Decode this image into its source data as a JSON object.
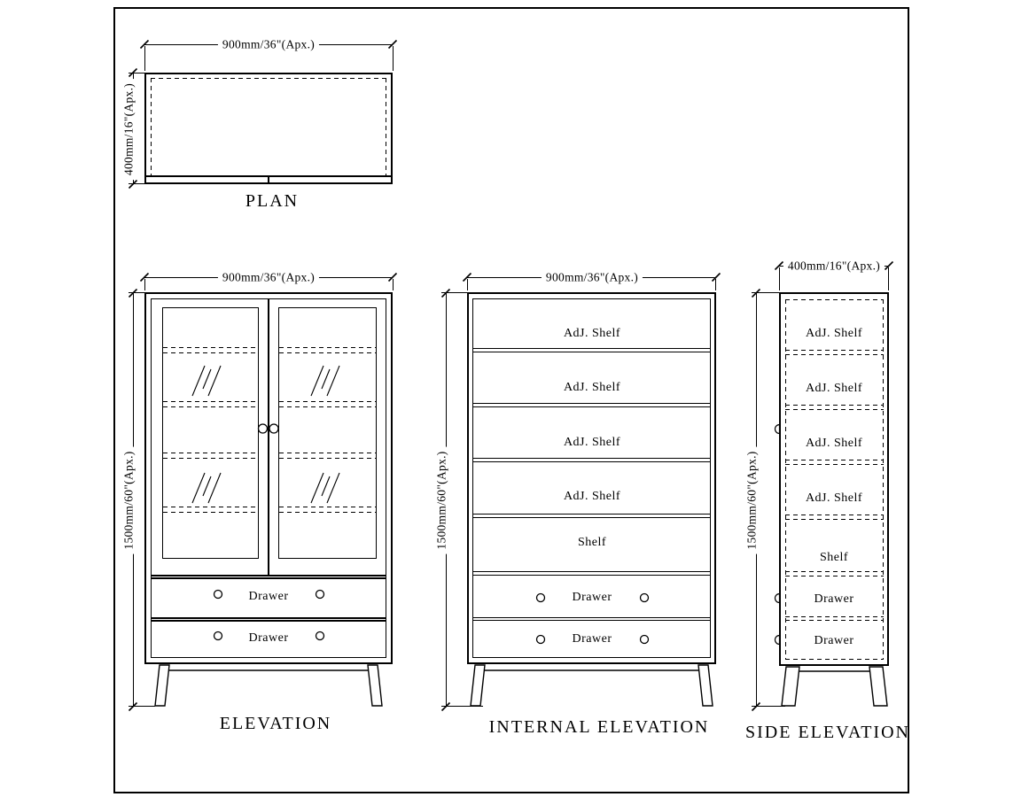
{
  "colors": {
    "line": "#000000",
    "background": "#ffffff"
  },
  "plan": {
    "title": "PLAN",
    "width_dim": "900mm/36\"(Apx.)",
    "depth_dim": "400mm/16\"(Apx.)"
  },
  "elevation": {
    "title": "ELEVATION",
    "width_dim": "900mm/36\"(Apx.)",
    "height_dim": "1500mm/60\"(Apx.)",
    "drawers": [
      "Drawer",
      "Drawer"
    ]
  },
  "internal_elevation": {
    "title": "INTERNAL ELEVATION",
    "width_dim": "900mm/36\"(Apx.)",
    "height_dim": "1500mm/60\"(Apx.)",
    "compartments": [
      "AdJ. Shelf",
      "AdJ. Shelf",
      "AdJ. Shelf",
      "AdJ. Shelf",
      "Shelf",
      "Drawer",
      "Drawer"
    ]
  },
  "side_elevation": {
    "title": "SIDE ELEVATION",
    "width_dim": "400mm/16\"(Apx.)",
    "height_dim": "1500mm/60\"(Apx.)",
    "compartments": [
      "AdJ. Shelf",
      "AdJ. Shelf",
      "AdJ. Shelf",
      "AdJ. Shelf",
      "Shelf",
      "Drawer",
      "Drawer"
    ]
  }
}
